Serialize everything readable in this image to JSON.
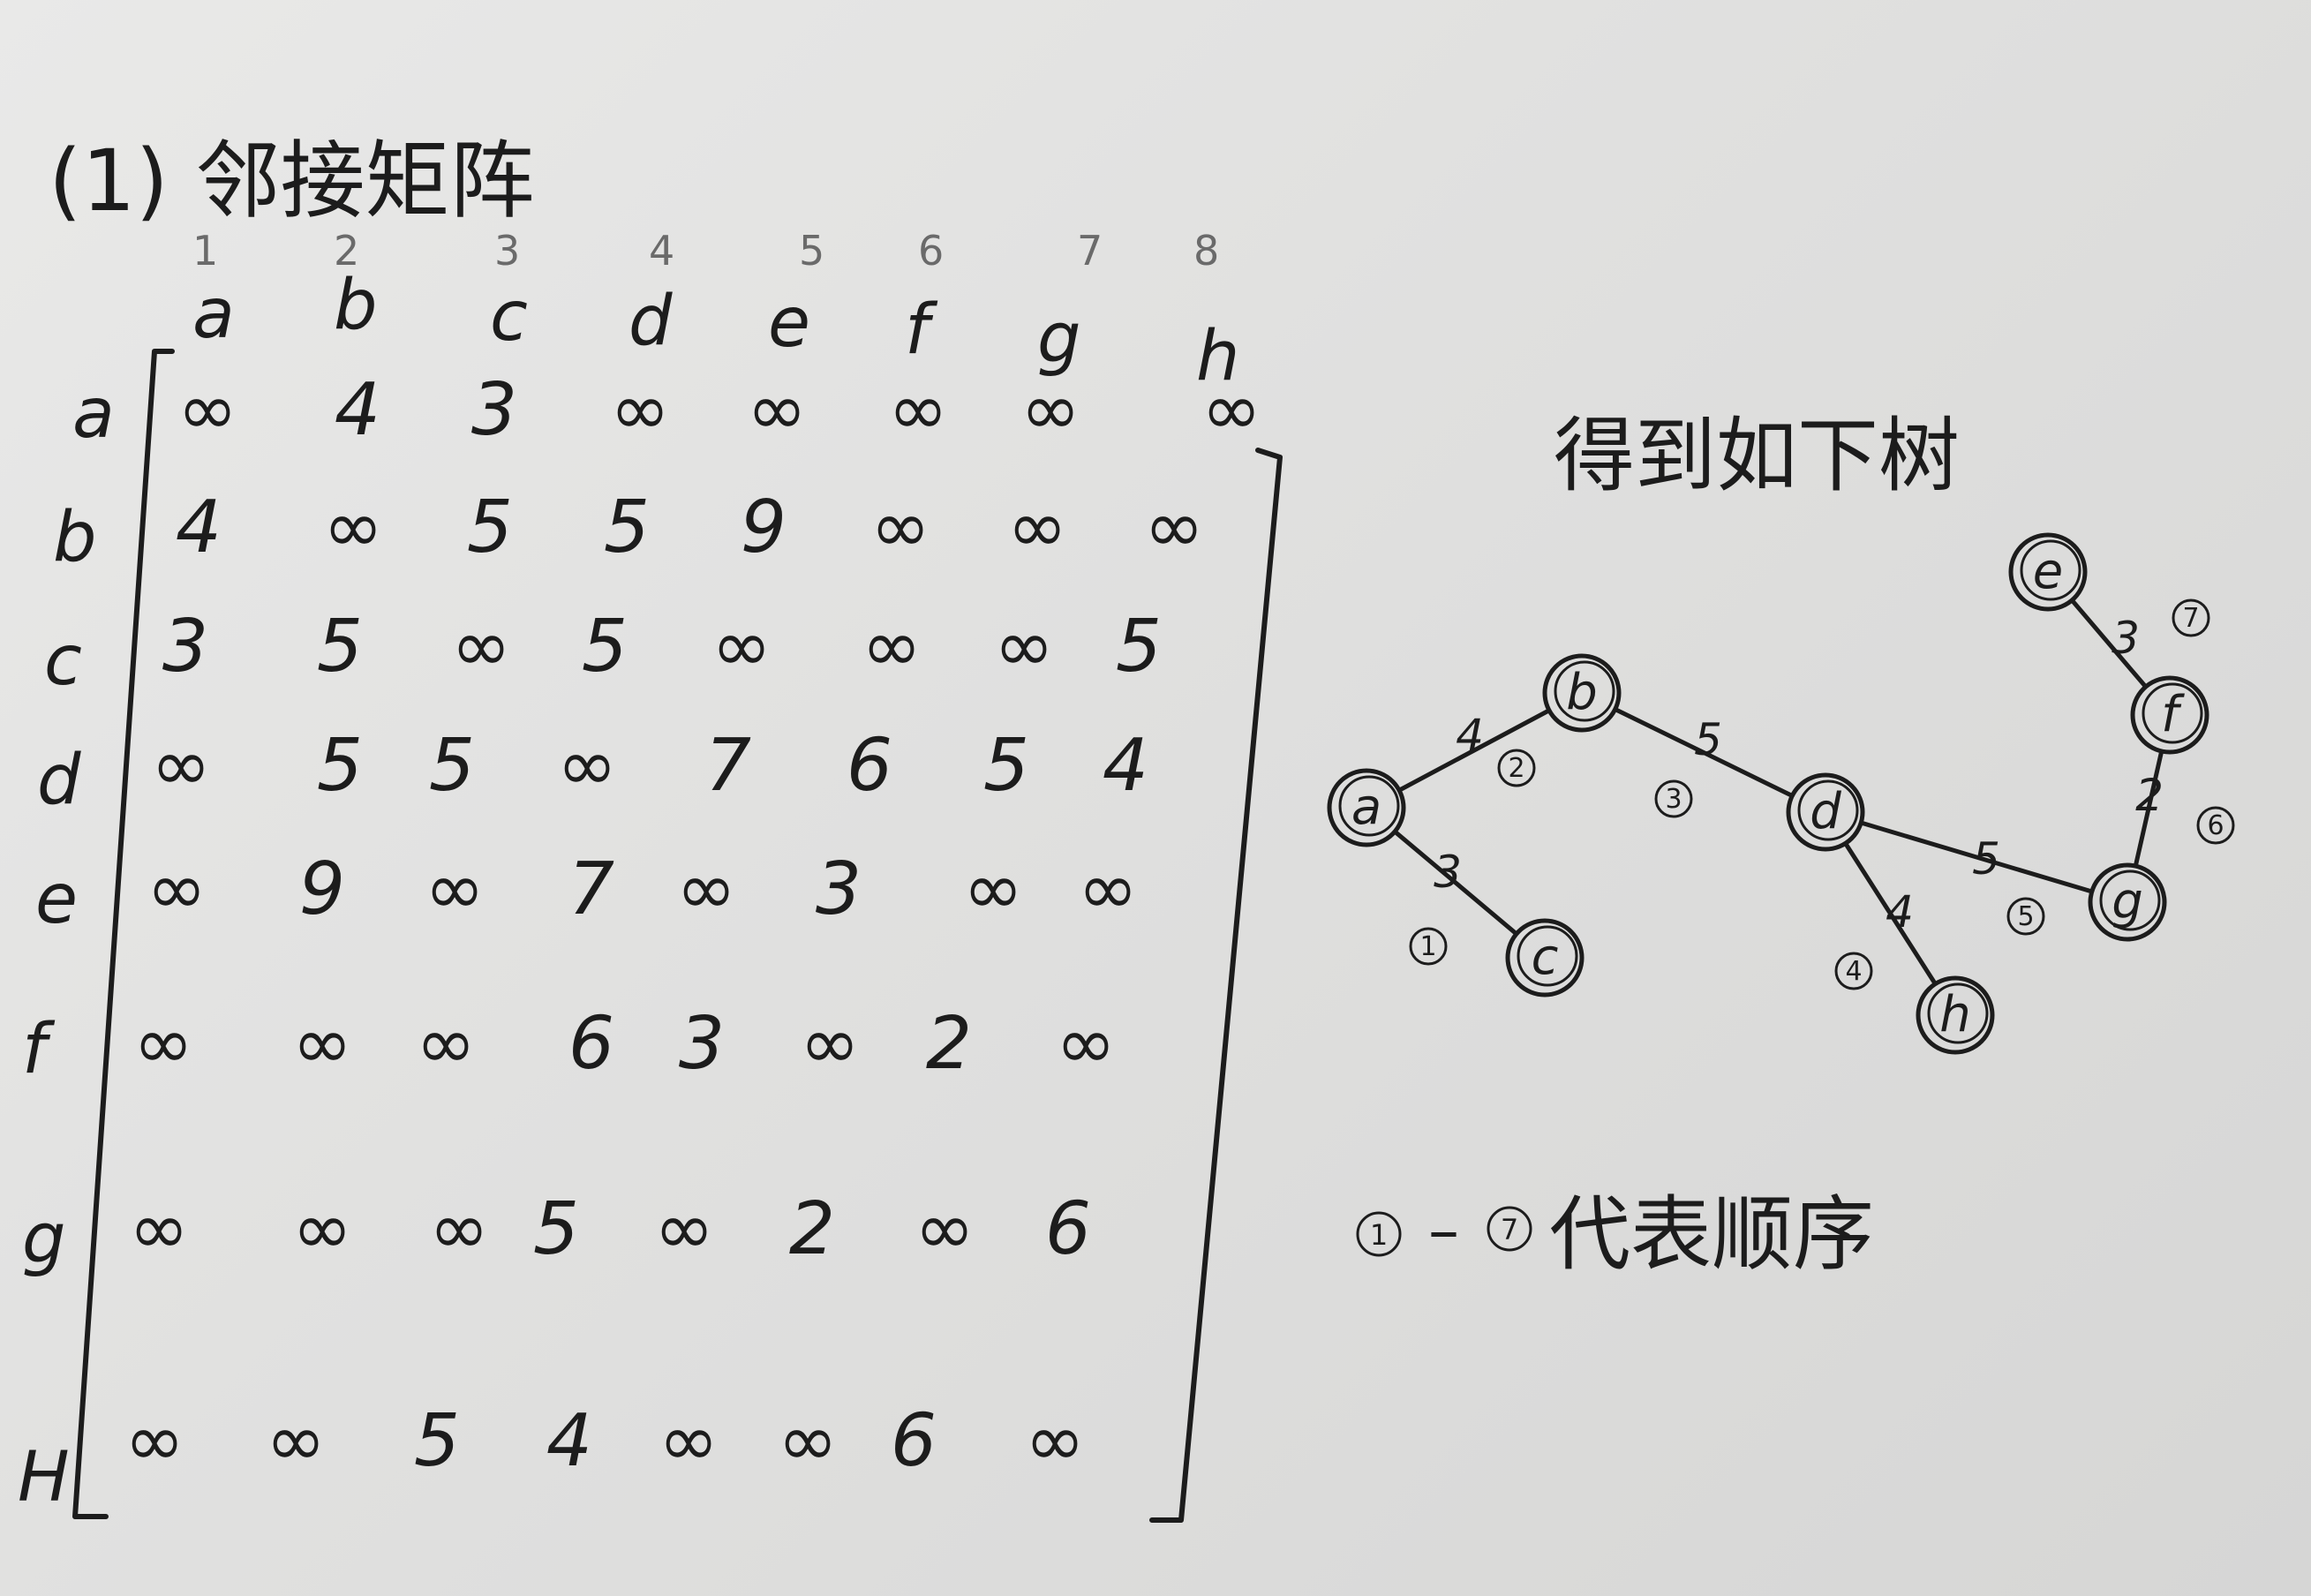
{
  "heading": "(1) 邻接矩阵",
  "matrix": {
    "column_indices": [
      "1",
      "2",
      "3",
      "4",
      "5",
      "6",
      "7",
      "8"
    ],
    "column_labels": [
      "a",
      "b",
      "c",
      "d",
      "e",
      "f",
      "g",
      "h"
    ],
    "row_labels": [
      "a",
      "b",
      "c",
      "d",
      "e",
      "f",
      "g",
      "H"
    ],
    "rows": [
      [
        "∞",
        "4",
        "3",
        "∞",
        "∞",
        "∞",
        "∞",
        "∞"
      ],
      [
        "4",
        "∞",
        "5",
        "5",
        "9",
        "∞",
        "∞",
        "∞"
      ],
      [
        "3",
        "5",
        "∞",
        "5",
        "∞",
        "∞",
        "∞",
        "5"
      ],
      [
        "∞",
        "5",
        "5",
        "∞",
        "7",
        "6",
        "5",
        "4"
      ],
      [
        "∞",
        "9",
        "∞",
        "7",
        "∞",
        "3",
        "∞",
        "∞"
      ],
      [
        "∞",
        "∞",
        "∞",
        "6",
        "3",
        "∞",
        "2",
        "∞"
      ],
      [
        "∞",
        "∞",
        "∞",
        "5",
        "∞",
        "2",
        "∞",
        "6"
      ],
      [
        "∞",
        "∞",
        "5",
        "4",
        "∞",
        "∞",
        "6",
        "∞"
      ]
    ]
  },
  "tree": {
    "caption": "得到如下树",
    "nodes": [
      {
        "id": "a",
        "label": "a"
      },
      {
        "id": "b",
        "label": "b"
      },
      {
        "id": "c",
        "label": "c"
      },
      {
        "id": "d",
        "label": "d"
      },
      {
        "id": "e",
        "label": "e"
      },
      {
        "id": "f",
        "label": "f"
      },
      {
        "id": "g",
        "label": "g"
      },
      {
        "id": "h",
        "label": "h"
      }
    ],
    "edges": [
      {
        "from": "a",
        "to": "c",
        "weight": "3",
        "order": "1"
      },
      {
        "from": "a",
        "to": "b",
        "weight": "4",
        "order": "2"
      },
      {
        "from": "b",
        "to": "d",
        "weight": "5",
        "order": "3"
      },
      {
        "from": "d",
        "to": "h",
        "weight": "4",
        "order": "4"
      },
      {
        "from": "d",
        "to": "g",
        "weight": "5",
        "order": "5"
      },
      {
        "from": "g",
        "to": "f",
        "weight": "2",
        "order": "6"
      },
      {
        "from": "f",
        "to": "e",
        "weight": "3",
        "order": "7"
      }
    ]
  },
  "legend": {
    "from_order": "1",
    "dash": "–",
    "to_order": "7",
    "text": "代表顺序"
  }
}
